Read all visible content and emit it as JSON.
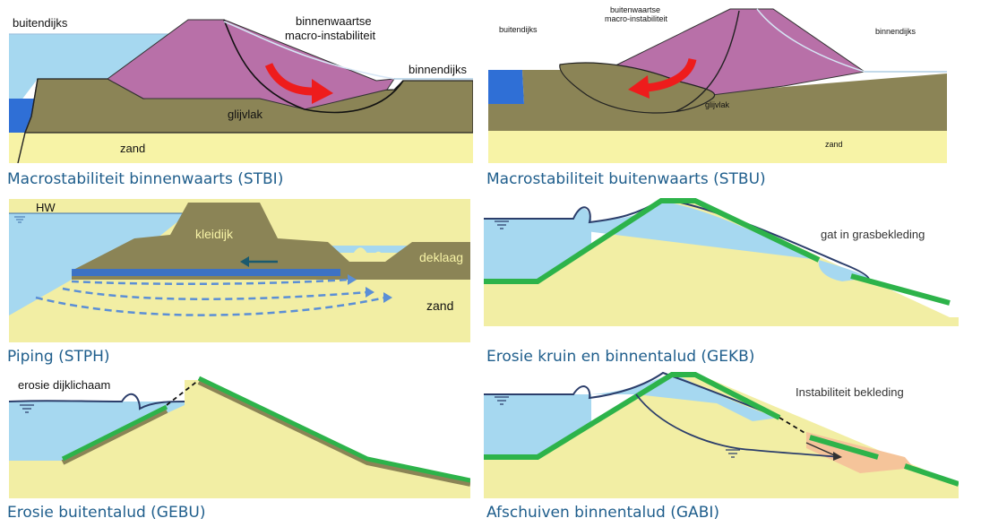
{
  "panels": {
    "stbi": {
      "caption": "Macrostabiliteit binnenwaarts (STBI)",
      "label_buitendijks": "buitendijks",
      "label_binnendijks": "binnendijks",
      "label_line1": "binnenwaartse",
      "label_line2": "macro-instabiliteit",
      "label_glijvlak": "glijvlak",
      "label_zand": "zand"
    },
    "stbu": {
      "caption": "Macrostabiliteit buitenwaarts (STBU)",
      "label_buitendijks": "buitendijks",
      "label_binnendijks": "binnendijks",
      "label_line1": "buitenwaartse",
      "label_line2": "macro-instabiliteit",
      "label_glijvlak": "glijvlak",
      "label_zand": "zand"
    },
    "stph": {
      "caption": "Piping (STPH)",
      "label_hw": "HW",
      "label_kleidijk": "kleidijk",
      "label_deklaag": "deklaag",
      "label_zand": "zand"
    },
    "gekb": {
      "caption": "Erosie kruin en binnentalud (GEKB)",
      "label_gat": "gat in grasbekleding"
    },
    "gebu": {
      "caption": "Erosie buitentalud (GEBU)",
      "label_erosie": "erosie dijklichaam"
    },
    "gabi": {
      "caption": "Afschuiven binnentalud (GABI)",
      "label_instabiliteit": "Instabiliteit bekleding"
    }
  },
  "colors": {
    "water": "#a6d8f0",
    "water_deep": "#2f6fd6",
    "clay": "#8b8456",
    "dike": "#b870a8",
    "sand": "#f7f3a6",
    "sand_light": "#f2eea4",
    "grass": "#2db34a",
    "arrow_red": "#ee1c1c",
    "flow_blue": "#5b8fd6",
    "caption": "#1f5e8c"
  }
}
